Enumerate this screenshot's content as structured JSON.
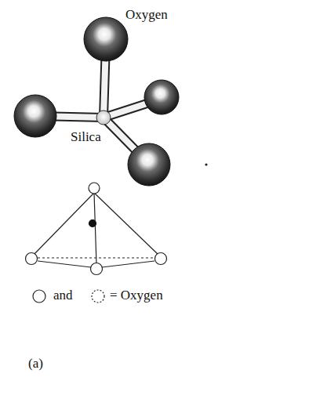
{
  "diagram": {
    "caption": "(a)",
    "labels": [
      "Oxygen",
      "Silica",
      "and"
    ],
    "legend": [
      {
        "text": "= Oxygen"
      }
    ]
  }
}
